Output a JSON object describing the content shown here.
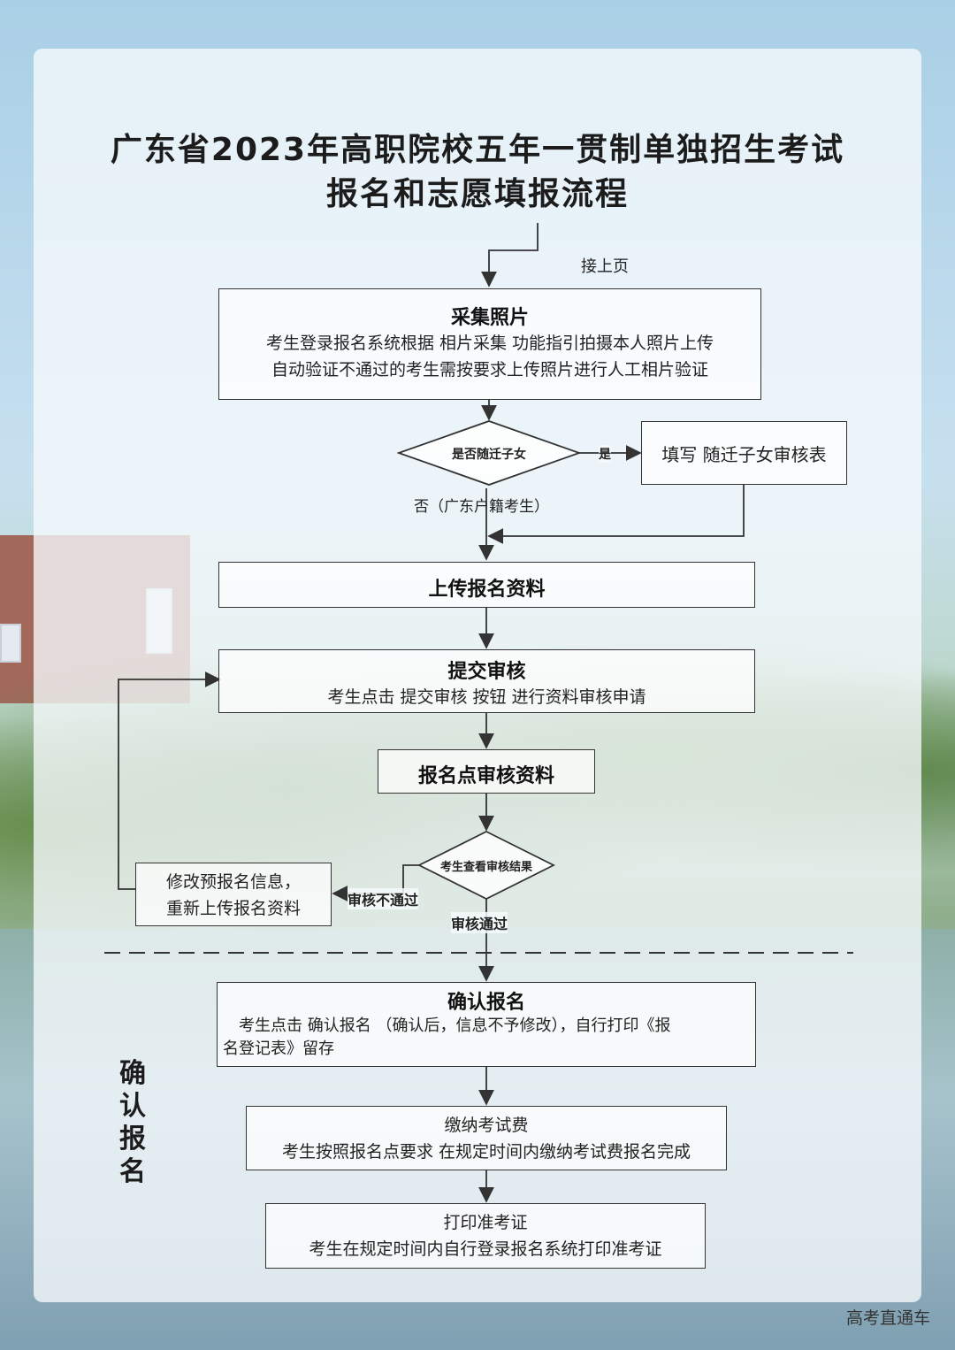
{
  "title": {
    "line1": "广东省2023年高职院校五年一贯制单独招生考试",
    "line2": "报名和志愿填报流程"
  },
  "continue_label": "接上页",
  "steps": {
    "photo": {
      "heading": "采集照片",
      "line1": "考生登录报名系统根据 相片采集 功能指引拍摄本人照片上传",
      "line2": "自动验证不通过的考生需按要求上传照片进行人工相片验证"
    },
    "decision1": {
      "text": "是否随迁子女",
      "yes": "是",
      "no": "否（广东户籍考生）"
    },
    "fill_form": {
      "text": "填写  随迁子女审核表"
    },
    "upload": {
      "heading": "上传报名资料"
    },
    "submit": {
      "heading": "提交审核",
      "line1": "考生点击 提交审核 按钮  进行资料审核申请"
    },
    "review": {
      "heading": "报名点审核资料"
    },
    "decision2": {
      "text": "考生查看审核结果",
      "fail": "审核不通过",
      "pass": "审核通过"
    },
    "modify": {
      "line1": "修改预报名信息，",
      "line2": "重新上传报名资料"
    },
    "confirm": {
      "heading": "确认报名",
      "line1": "考生点击 确认报名 （确认后，信息不予修改），自行打印《报",
      "line2": "名登记表》留存"
    },
    "pay": {
      "heading": "缴纳考试费",
      "line1": "考生按照报名点要求 在规定时间内缴纳考试费报名完成"
    },
    "print": {
      "heading": "打印准考证",
      "line1": "考生在规定时间内自行登录报名系统打印准考证"
    }
  },
  "side_label": [
    "确",
    "认",
    "报",
    "名"
  ],
  "watermark": "高考直通车"
}
